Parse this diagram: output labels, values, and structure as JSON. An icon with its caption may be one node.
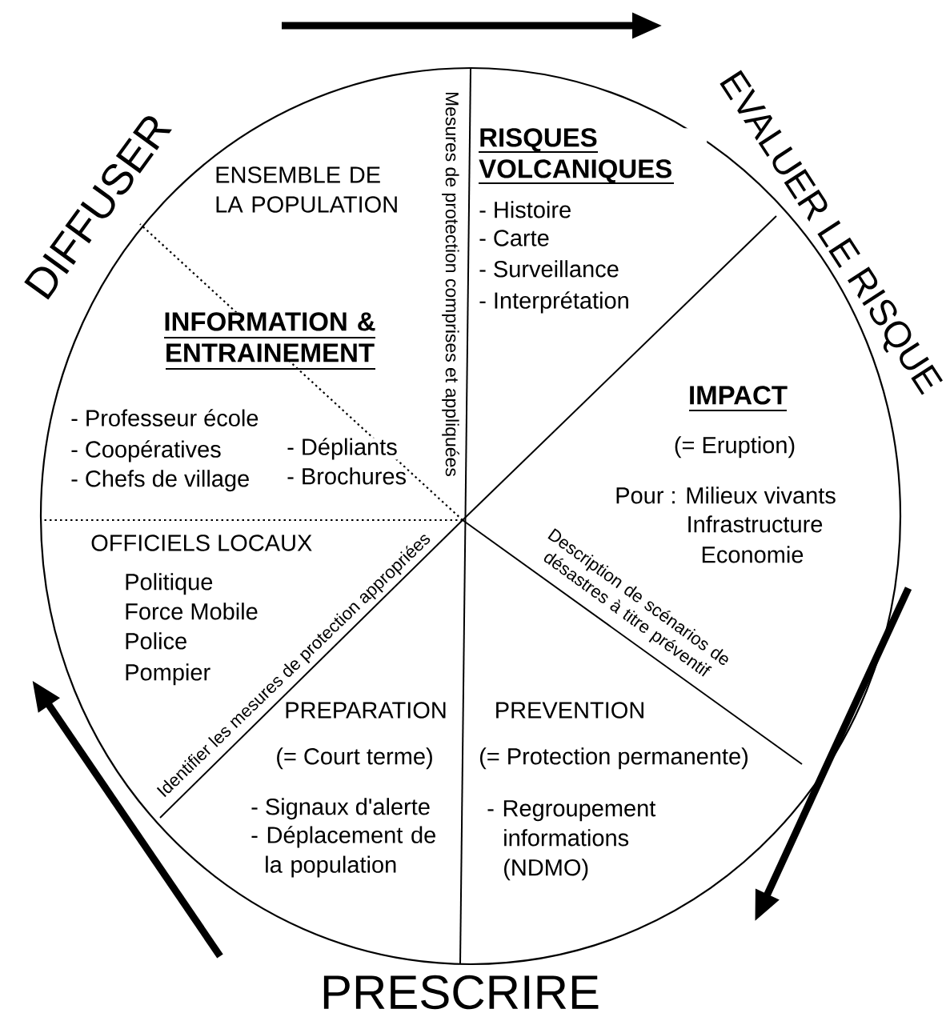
{
  "diagram": {
    "nodes": [
      {
        "text": [
          "ENSEMBLE DE LA POPULATION"
        ]
      },
      {
        "text": [
          "INFORMATION & ENTRAINEMENT",
          "- Professeur école",
          "- Coopératives",
          "- Chefs de village",
          "- Dépliants",
          "- Brochures"
        ]
      },
      {
        "text": [
          "RISQUES VOLCANIQUES",
          "- Histoire",
          "- Carte",
          "- Surveillance",
          "- Interprétation"
        ]
      },
      {
        "text": [
          "IMPACT",
          "(= Eruption)",
          "Pour : Milieux vivants",
          "Infrastructure",
          "Economie"
        ]
      },
      {
        "text": [
          "PREVENTION",
          "(= Protection permanente)",
          "- Regroupement informations (NDMO)"
        ]
      },
      {
        "text": [
          "PREPARATION",
          "(= Court terme)",
          "- Signaux d'alerte",
          "- Déplacement de la population"
        ]
      },
      {
        "text": [
          "OFFICIELS LOCAUX",
          "Politique",
          "Force Mobile",
          "Police",
          "Pompier"
        ]
      }
    ],
    "labels": [
      "DIFFUSER",
      "EVALUER LE RISQUE",
      "Mesures de protection comprises et appliquées",
      "Description de scénarios de désastres à titre préventif",
      "Identifier les mesures de protection appropriées",
      "PRESCRIRE"
    ]
  }
}
